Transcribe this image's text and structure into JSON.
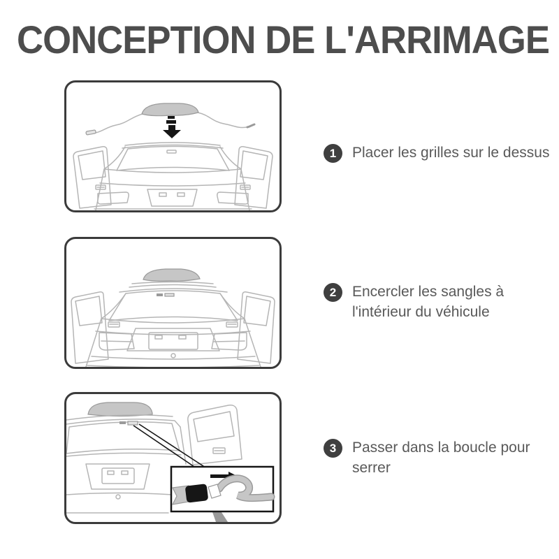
{
  "title": "CONCEPTION DE L'ARRIMAGE",
  "colors": {
    "title_text": "#4d4d4d",
    "step_text": "#595959",
    "badge_bg": "#3f3f3f",
    "badge_text": "#ffffff",
    "panel_border": "#3b3b3b",
    "line_art": "#b5b5b5",
    "line_art_dark": "#9a9a9a",
    "pad_fill": "#c6c6c6",
    "ink": "#161616",
    "canvas_bg": "#ffffff"
  },
  "steps": [
    {
      "number": "1",
      "lines": [
        "Placer les grilles sur le dessus"
      ]
    },
    {
      "number": "2",
      "lines": [
        "Encercler les sangles à",
        "l'intérieur du véhicule"
      ]
    },
    {
      "number": "3",
      "lines": [
        "Passer dans la boucle pour",
        "serrer"
      ]
    }
  ],
  "panels": [
    {
      "illustration": "cargo-net-lowered-onto-car-roof"
    },
    {
      "illustration": "straps-circled-inside-vehicle"
    },
    {
      "illustration": "strap-through-buckle-closeup"
    }
  ]
}
